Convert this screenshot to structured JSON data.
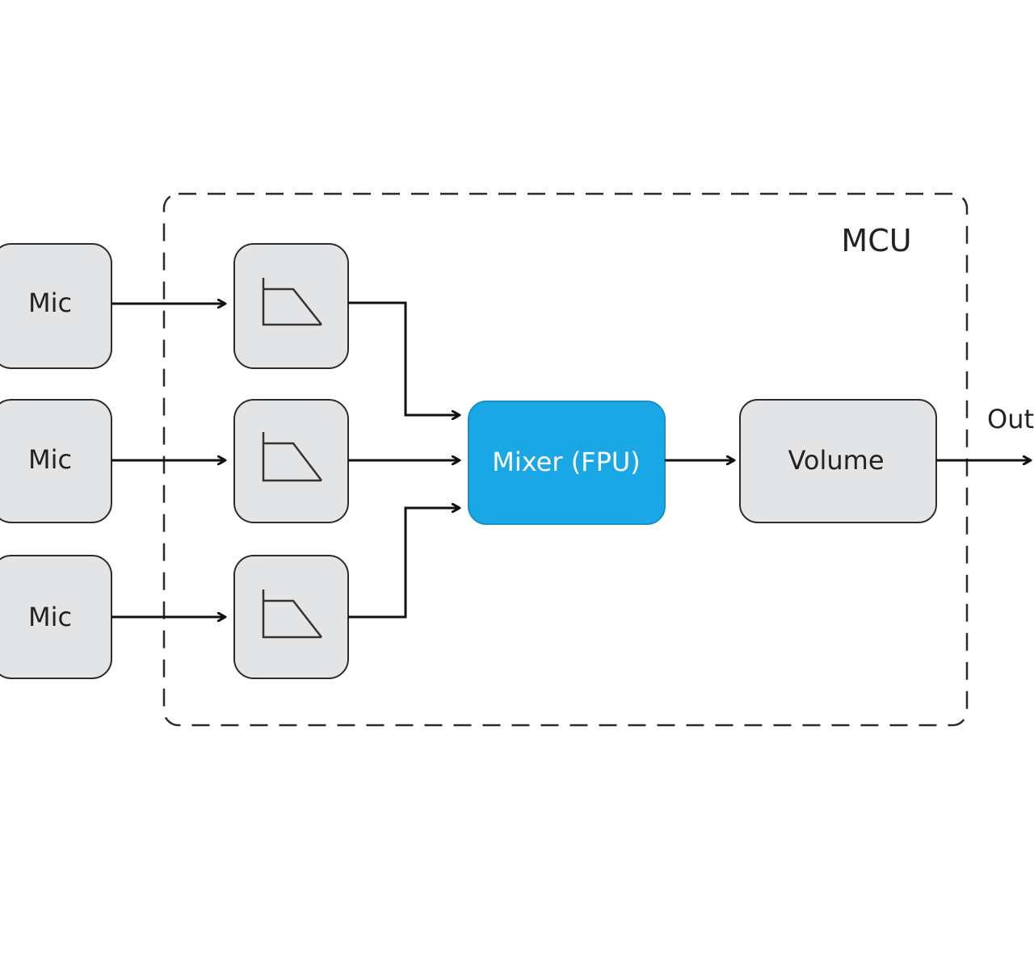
{
  "mcu": {
    "label": "MCU"
  },
  "mics": [
    {
      "label": "Mic"
    },
    {
      "label": "Mic"
    },
    {
      "label": "Mic"
    }
  ],
  "filters": [
    {
      "icon": "lowpass-filter-icon"
    },
    {
      "icon": "lowpass-filter-icon"
    },
    {
      "icon": "lowpass-filter-icon"
    }
  ],
  "mixer": {
    "label": "Mixer (FPU)"
  },
  "volume": {
    "label": "Volume"
  },
  "output": {
    "label": "Out"
  },
  "colors": {
    "block_fill": "#e3e4e6",
    "block_stroke": "#2b2b2b",
    "mixer_fill": "#1aa7e6",
    "mixer_text": "#ffffff",
    "line": "#111111",
    "text": "#222222"
  }
}
